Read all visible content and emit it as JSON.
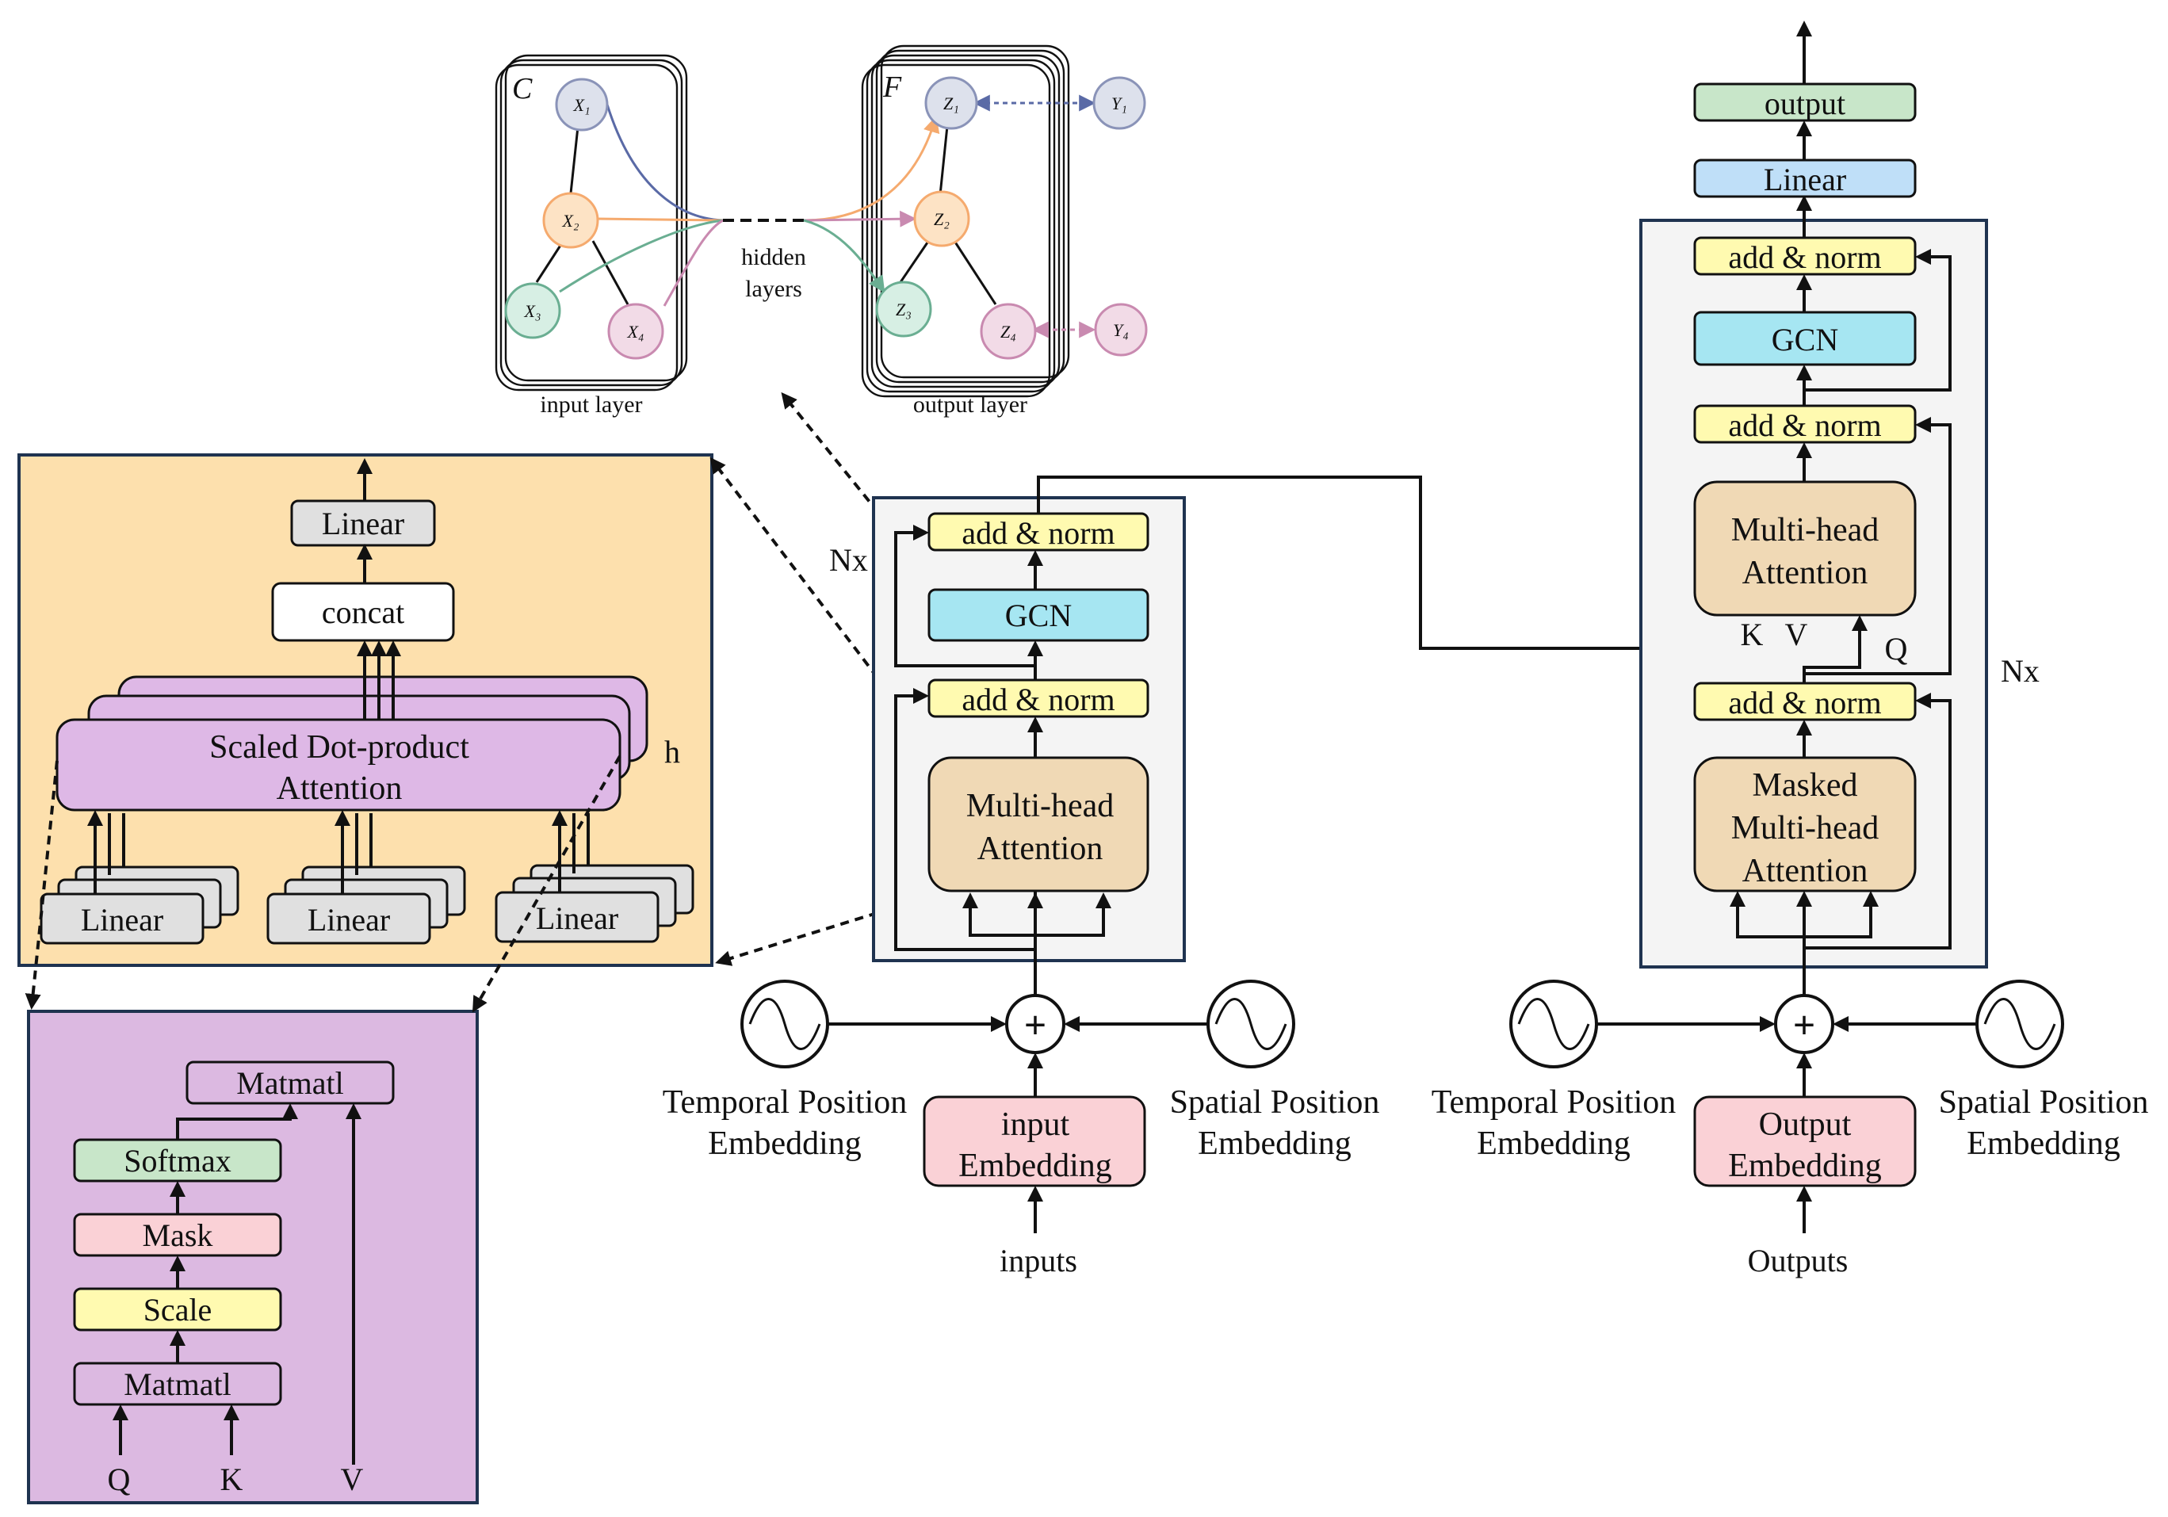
{
  "colors": {
    "linear_blue": "#bfdff8",
    "output_green": "#c8e6c9",
    "norm_yellow": "#fffab0",
    "gcn_cyan": "#a6e6f2",
    "attention_tan": "#f0d9b5",
    "embedding_pink": "#fad1d6",
    "encoder_panel": "#f4f4f4",
    "encoder_border": "#1f3350",
    "zoom_orange": "#fde0ad",
    "zoom_purple": "#dcb9e1",
    "sdp_purple": "#deb8e6",
    "gray_box": "#e0e0e0",
    "node_x1": "#dde1ec",
    "node_x2": "#fde3c5",
    "node_x3": "#d7efe4",
    "node_x4": "#f2dbe7",
    "edge_blue": "#5a6aa6",
    "edge_orange": "#f5aa6e",
    "edge_green": "#6aae92",
    "edge_pink": "#c98ab0"
  },
  "graph": {
    "input_frame_letter": "C",
    "output_frame_letter": "F",
    "input_nodes": [
      "X₁",
      "X₂",
      "X₃",
      "X₄"
    ],
    "output_nodes": [
      "Z₁",
      "Z₂",
      "Z₃",
      "Z₄"
    ],
    "target_nodes": [
      "Y₁",
      "Y₄"
    ],
    "hidden_line1": "hidden",
    "hidden_line2": "layers",
    "input_caption": "input layer",
    "output_caption": "output layer"
  },
  "multihead_zoom": {
    "linear_top": "Linear",
    "concat": "concat",
    "sdp_line1": "Scaled Dot-product",
    "sdp_line2": "Attention",
    "heads_label": "h",
    "linear_1": "Linear",
    "linear_2": "Linear",
    "linear_3": "Linear"
  },
  "sdp_zoom": {
    "matmul_top": "Matmatl",
    "softmax": "Softmax",
    "mask": "Mask",
    "scale": "Scale",
    "matmul_bottom": "Matmatl",
    "q": "Q",
    "k": "K",
    "v": "V"
  },
  "encoder": {
    "repeat": "Nx",
    "add_norm_top": "add & norm",
    "gcn": "GCN",
    "add_norm_bottom": "add & norm",
    "attention_line1": "Multi-head",
    "attention_line2": "Attention",
    "temporal_line1": "Temporal Position",
    "temporal_line2": "Embedding",
    "spatial_line1": "Spatial Position",
    "spatial_line2": "Embedding",
    "embedding_line1": "input",
    "embedding_line2": "Embedding",
    "input_label": "inputs",
    "sum_symbol": "+"
  },
  "decoder": {
    "repeat": "Nx",
    "output": "output",
    "linear": "Linear",
    "add_norm_top": "add & norm",
    "gcn": "GCN",
    "add_norm_middle": "add & norm",
    "attention_line1": "Multi-head",
    "attention_line2": "Attention",
    "k_label": "K",
    "v_label": "V",
    "q_label": "Q",
    "add_norm_bottom": "add & norm",
    "masked_line1": "Masked",
    "masked_line2": "Multi-head",
    "masked_line3": "Attention",
    "temporal_line1": "Temporal Position",
    "temporal_line2": "Embedding",
    "spatial_line1": "Spatial Position",
    "spatial_line2": "Embedding",
    "embedding_line1": "Output",
    "embedding_line2": "Embedding",
    "output_label": "Outputs",
    "sum_symbol": "+"
  }
}
